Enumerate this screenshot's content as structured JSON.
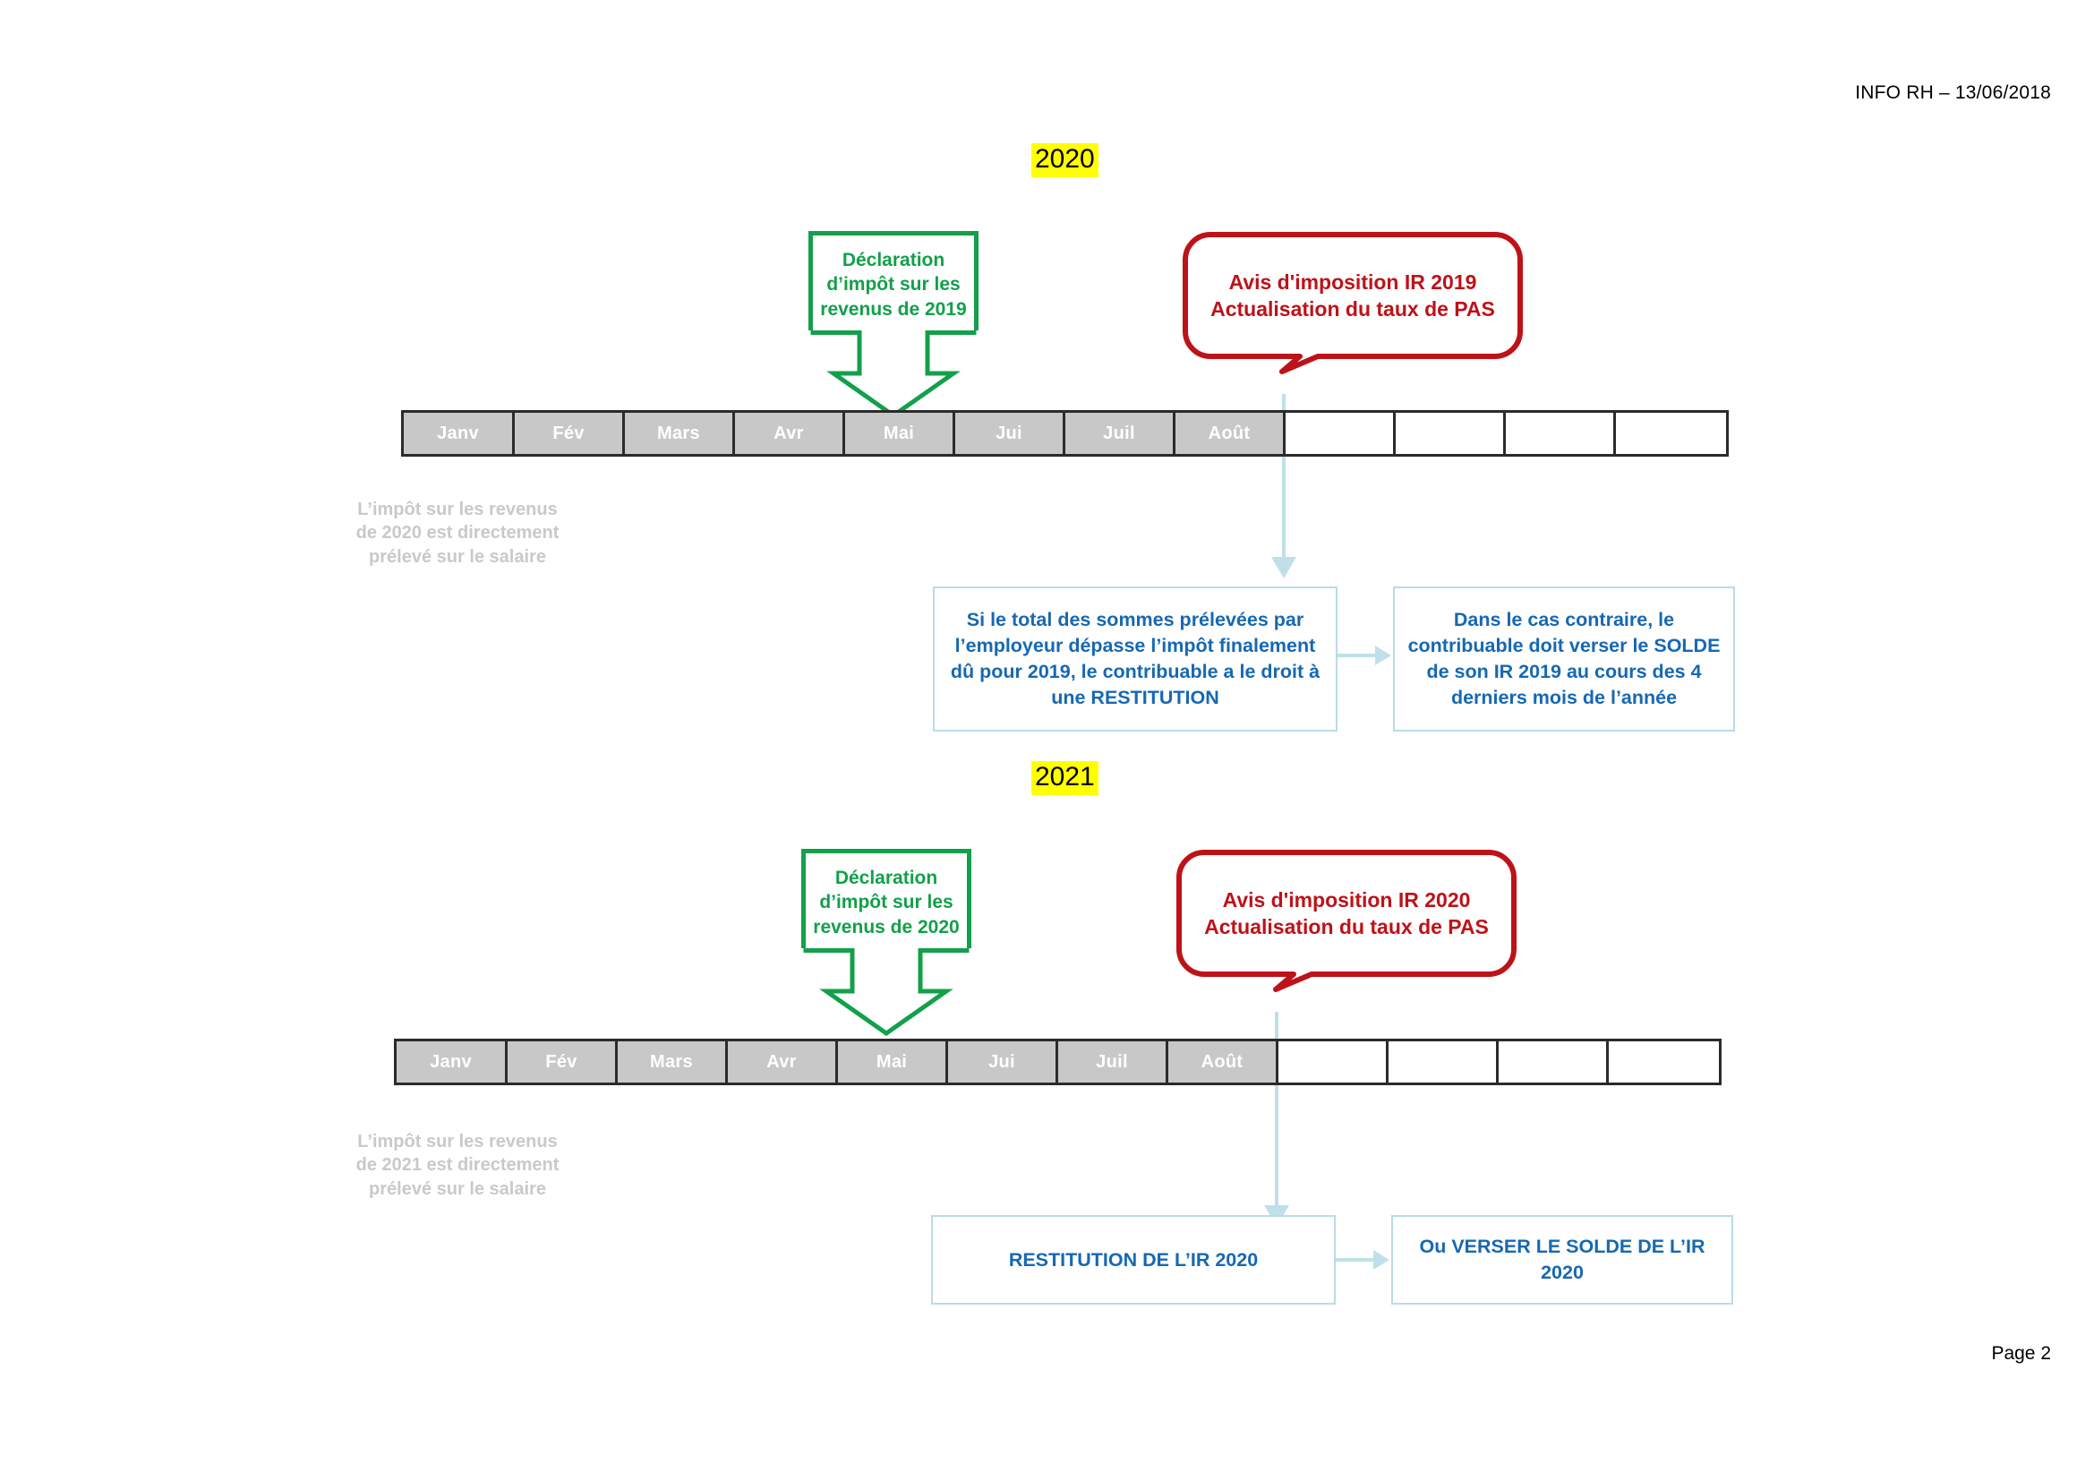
{
  "document": {
    "header": "INFO RH – 13/06/2018",
    "footer": "Page 2"
  },
  "sections": [
    {
      "year_label": "2020",
      "green_callout": {
        "text": "Déclaration d’impôt sur les revenus de 2019",
        "color": "#12A04A"
      },
      "red_bubble": {
        "text": "Avis d'imposition IR 2019 Actualisation du taux de PAS",
        "color": "#BE1219"
      },
      "timeline": {
        "months": [
          "Janv",
          "Fév",
          "Mars",
          "Avr",
          "Mai",
          "Jui",
          "Juil",
          "Août"
        ],
        "empty_cells": 4,
        "filled_color": "#C8C8C8",
        "border_color": "#2b2b2b"
      },
      "side_note": "L’impôt sur les revenus de 2020 est directement prélevé sur le salaire",
      "outcome_boxes": [
        "Si le total des sommes prélevées par l’employeur dépasse l’impôt finalement dû pour 2019, le contribuable a le droit à une RESTITUTION",
        "Dans le cas contraire, le contribuable doit verser le SOLDE de son IR 2019 au cours des 4 derniers mois de l’année"
      ]
    },
    {
      "year_label": "2021",
      "green_callout": {
        "text": "Déclaration d’impôt sur les revenus de 2020",
        "color": "#12A04A"
      },
      "red_bubble": {
        "text": "Avis d'imposition IR 2020 Actualisation du taux de PAS",
        "color": "#BE1219"
      },
      "timeline": {
        "months": [
          "Janv",
          "Fév",
          "Mars",
          "Avr",
          "Mai",
          "Jui",
          "Juil",
          "Août"
        ],
        "empty_cells": 4,
        "filled_color": "#C8C8C8",
        "border_color": "#2b2b2b"
      },
      "side_note": "L’impôt sur les revenus de 2021 est directement prélevé sur le salaire",
      "outcome_boxes": [
        "RESTITUTION DE L’IR 2020",
        "Ou VERSER LE SOLDE DE L’IR 2020"
      ]
    }
  ],
  "colors": {
    "green": "#12A04A",
    "red": "#BE1219",
    "blue_text": "#1668B3",
    "blue_border": "#B8DCE6",
    "highlight": "#FFFF00",
    "gray_cell": "#C8C8C8",
    "gray_note": "#C9C9C9"
  }
}
